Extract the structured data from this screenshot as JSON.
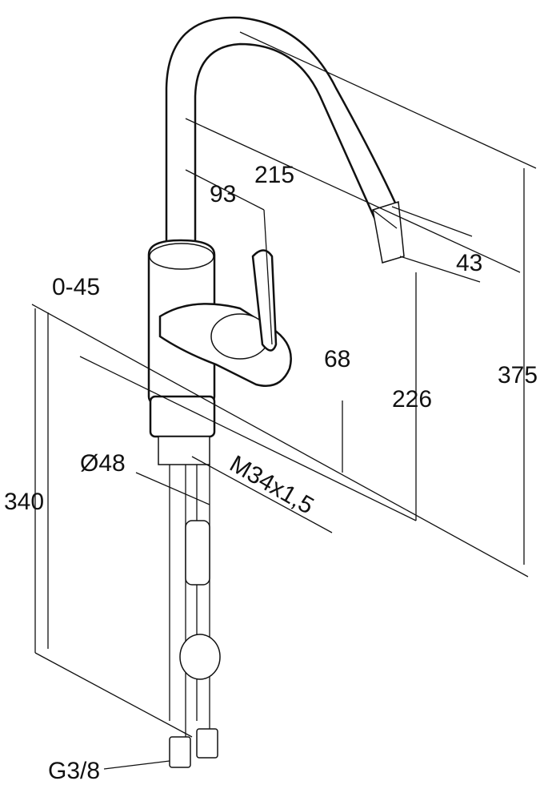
{
  "drawing": {
    "subject": "faucet-dimension-drawing",
    "dimensions": {
      "spout_reach": "215",
      "lever_offset": "93",
      "spout_tip": "43",
      "rotation_angle": "0-45",
      "base_height": "68",
      "outlet_height": "226",
      "total_height": "375",
      "base_diameter": "Ø48",
      "thread": "M34x1,5",
      "hose_length": "340",
      "connection": "G3/8"
    }
  }
}
